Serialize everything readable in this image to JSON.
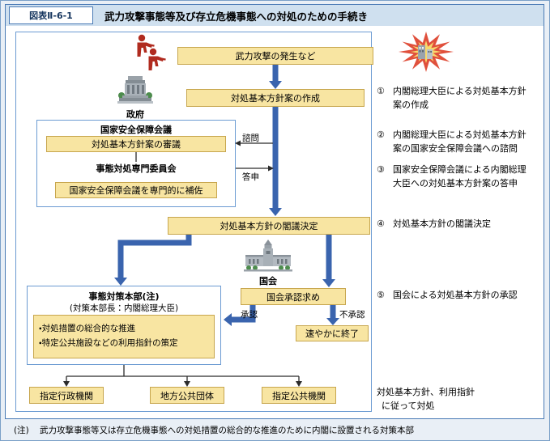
{
  "figure": {
    "label": "図表Ⅱ-6-1",
    "title": "武力攻撃事態等及び存立危機事態への対処のための手続き"
  },
  "flow": {
    "attack_box": "武力攻撃の発生など",
    "draft_box": "対処基本方針案の作成",
    "government_label": "政府",
    "nsc": {
      "title": "国家安全保障会議",
      "deliberation_box": "対処基本方針案の審議",
      "committee_title": "事態対処専門委員会",
      "assist_box": "国家安全保障会議を専門的に補佐"
    },
    "consult_label": "諮問",
    "reply_label": "答申",
    "cabinet_box": "対処基本方針の閣議決定",
    "diet_label": "国会",
    "diet_request_box": "国会承認求め",
    "approve_label": "承認",
    "reject_label": "不承認",
    "terminate_box": "速やかに終了",
    "hq": {
      "title": "事態対策本部(注)",
      "subtitle": "(対策本部長：内閣総理大臣)",
      "items": [
        "・対処措置の総合的な推進",
        "・特定公共施設などの利用指針の策定"
      ]
    },
    "recipients": [
      "指定行政機関",
      "地方公共団体",
      "指定公共機関"
    ],
    "follow_line1": "対処基本方針、利用指針",
    "follow_line2": "に従って対処"
  },
  "annotations": [
    {
      "num": "①",
      "text": "内閣総理大臣による対処基本方針案の作成"
    },
    {
      "num": "②",
      "text": "内閣総理大臣による対処基本方針案の国家安全保障会議への諮問"
    },
    {
      "num": "③",
      "text": "国家安全保障会議による内閣総理大臣への対処基本方針案の答申"
    },
    {
      "num": "④",
      "text": "対処基本方針の閣議決定"
    },
    {
      "num": "⑤",
      "text": "国会による対処基本方針の承認"
    }
  ],
  "note": {
    "prefix": "(注)",
    "text": "武力攻撃事態等又は存立危機事態への対処措置の総合的な推進のために内閣に設置される対策本部"
  },
  "colors": {
    "header_bg": "#cfe0ef",
    "frame_border": "#4a7ab5",
    "panel_border": "#6b9bd2",
    "box_fill": "#f8e5a2",
    "box_border": "#c7a64e",
    "arrow_blue": "#3a64ae",
    "attacker_red": "#b02b1f"
  }
}
